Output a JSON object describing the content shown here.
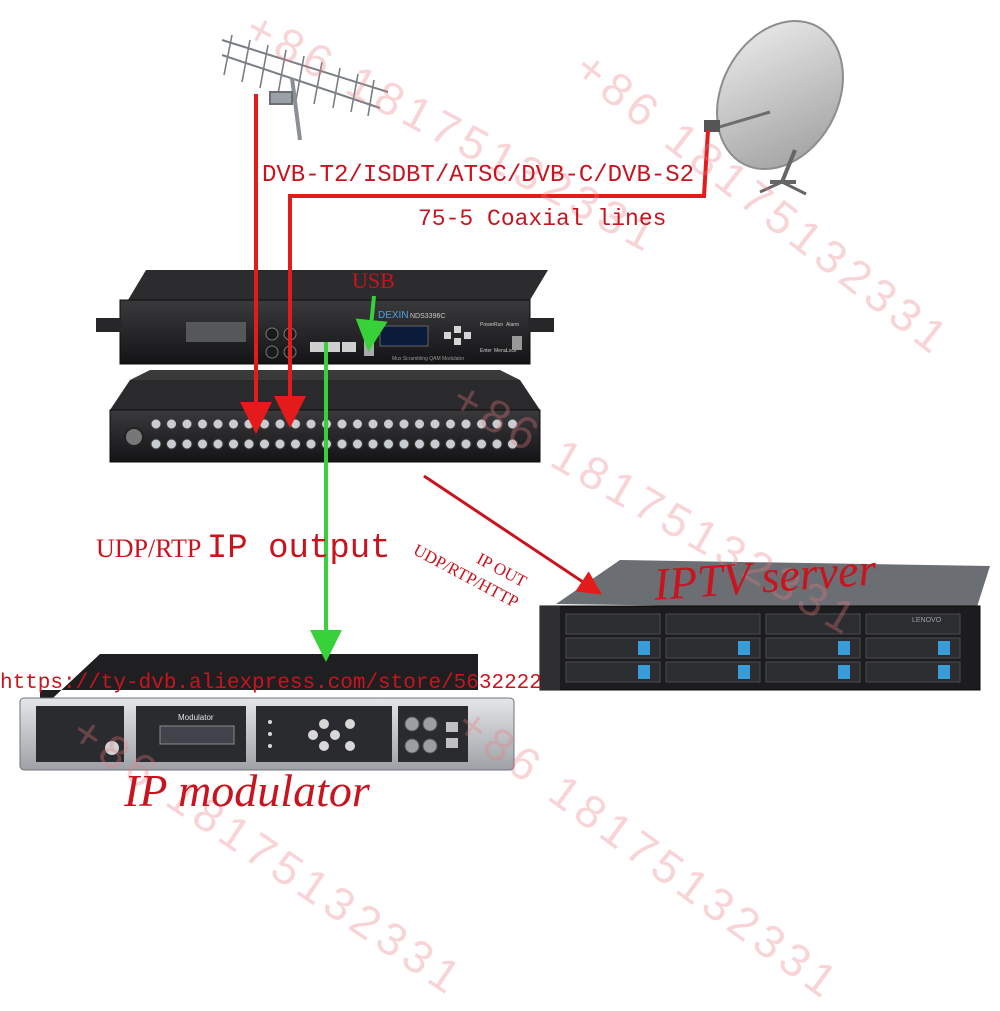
{
  "labels": {
    "protocols": "DVB-T2/ISDBT/ATSC/DVB-C/DVB-S2",
    "coax": "75-5 Coaxial lines",
    "usb": "USB",
    "udp_prefix": "UDP/RTP",
    "udp_main": "IP output",
    "ip_out_line1": "IP OUT",
    "ip_out_line2": "UDP/RTP/HTTP",
    "iptv_server": "IPTV server",
    "ip_modulator": "IP modulator",
    "store_url": "https://ty-dvb.aliexpress.com/store/5632222"
  },
  "devices": {
    "main_brand": "DEXIN",
    "main_model": "NDS3396C",
    "main_subtitle": "Mux Scrambling QAM Modulator",
    "main_keys": [
      "Power",
      "Run",
      "Alarm",
      "Enter",
      "Menu",
      "Lock"
    ],
    "modulator_title": "Modulator",
    "server_brand": "LENOVO"
  },
  "watermarks": [
    "+86 18175132331",
    "+86 18175132331",
    "+86 18175132331",
    "+86 18175132331",
    "+86 18175132331"
  ],
  "colors": {
    "signal_red": "#e41b1b",
    "signal_green": "#38d13a",
    "label_red": "#c8141e",
    "device_dark": "#1c1c1e",
    "device_silver": "#c9cccf",
    "server_blue": "#3a9bd9"
  }
}
